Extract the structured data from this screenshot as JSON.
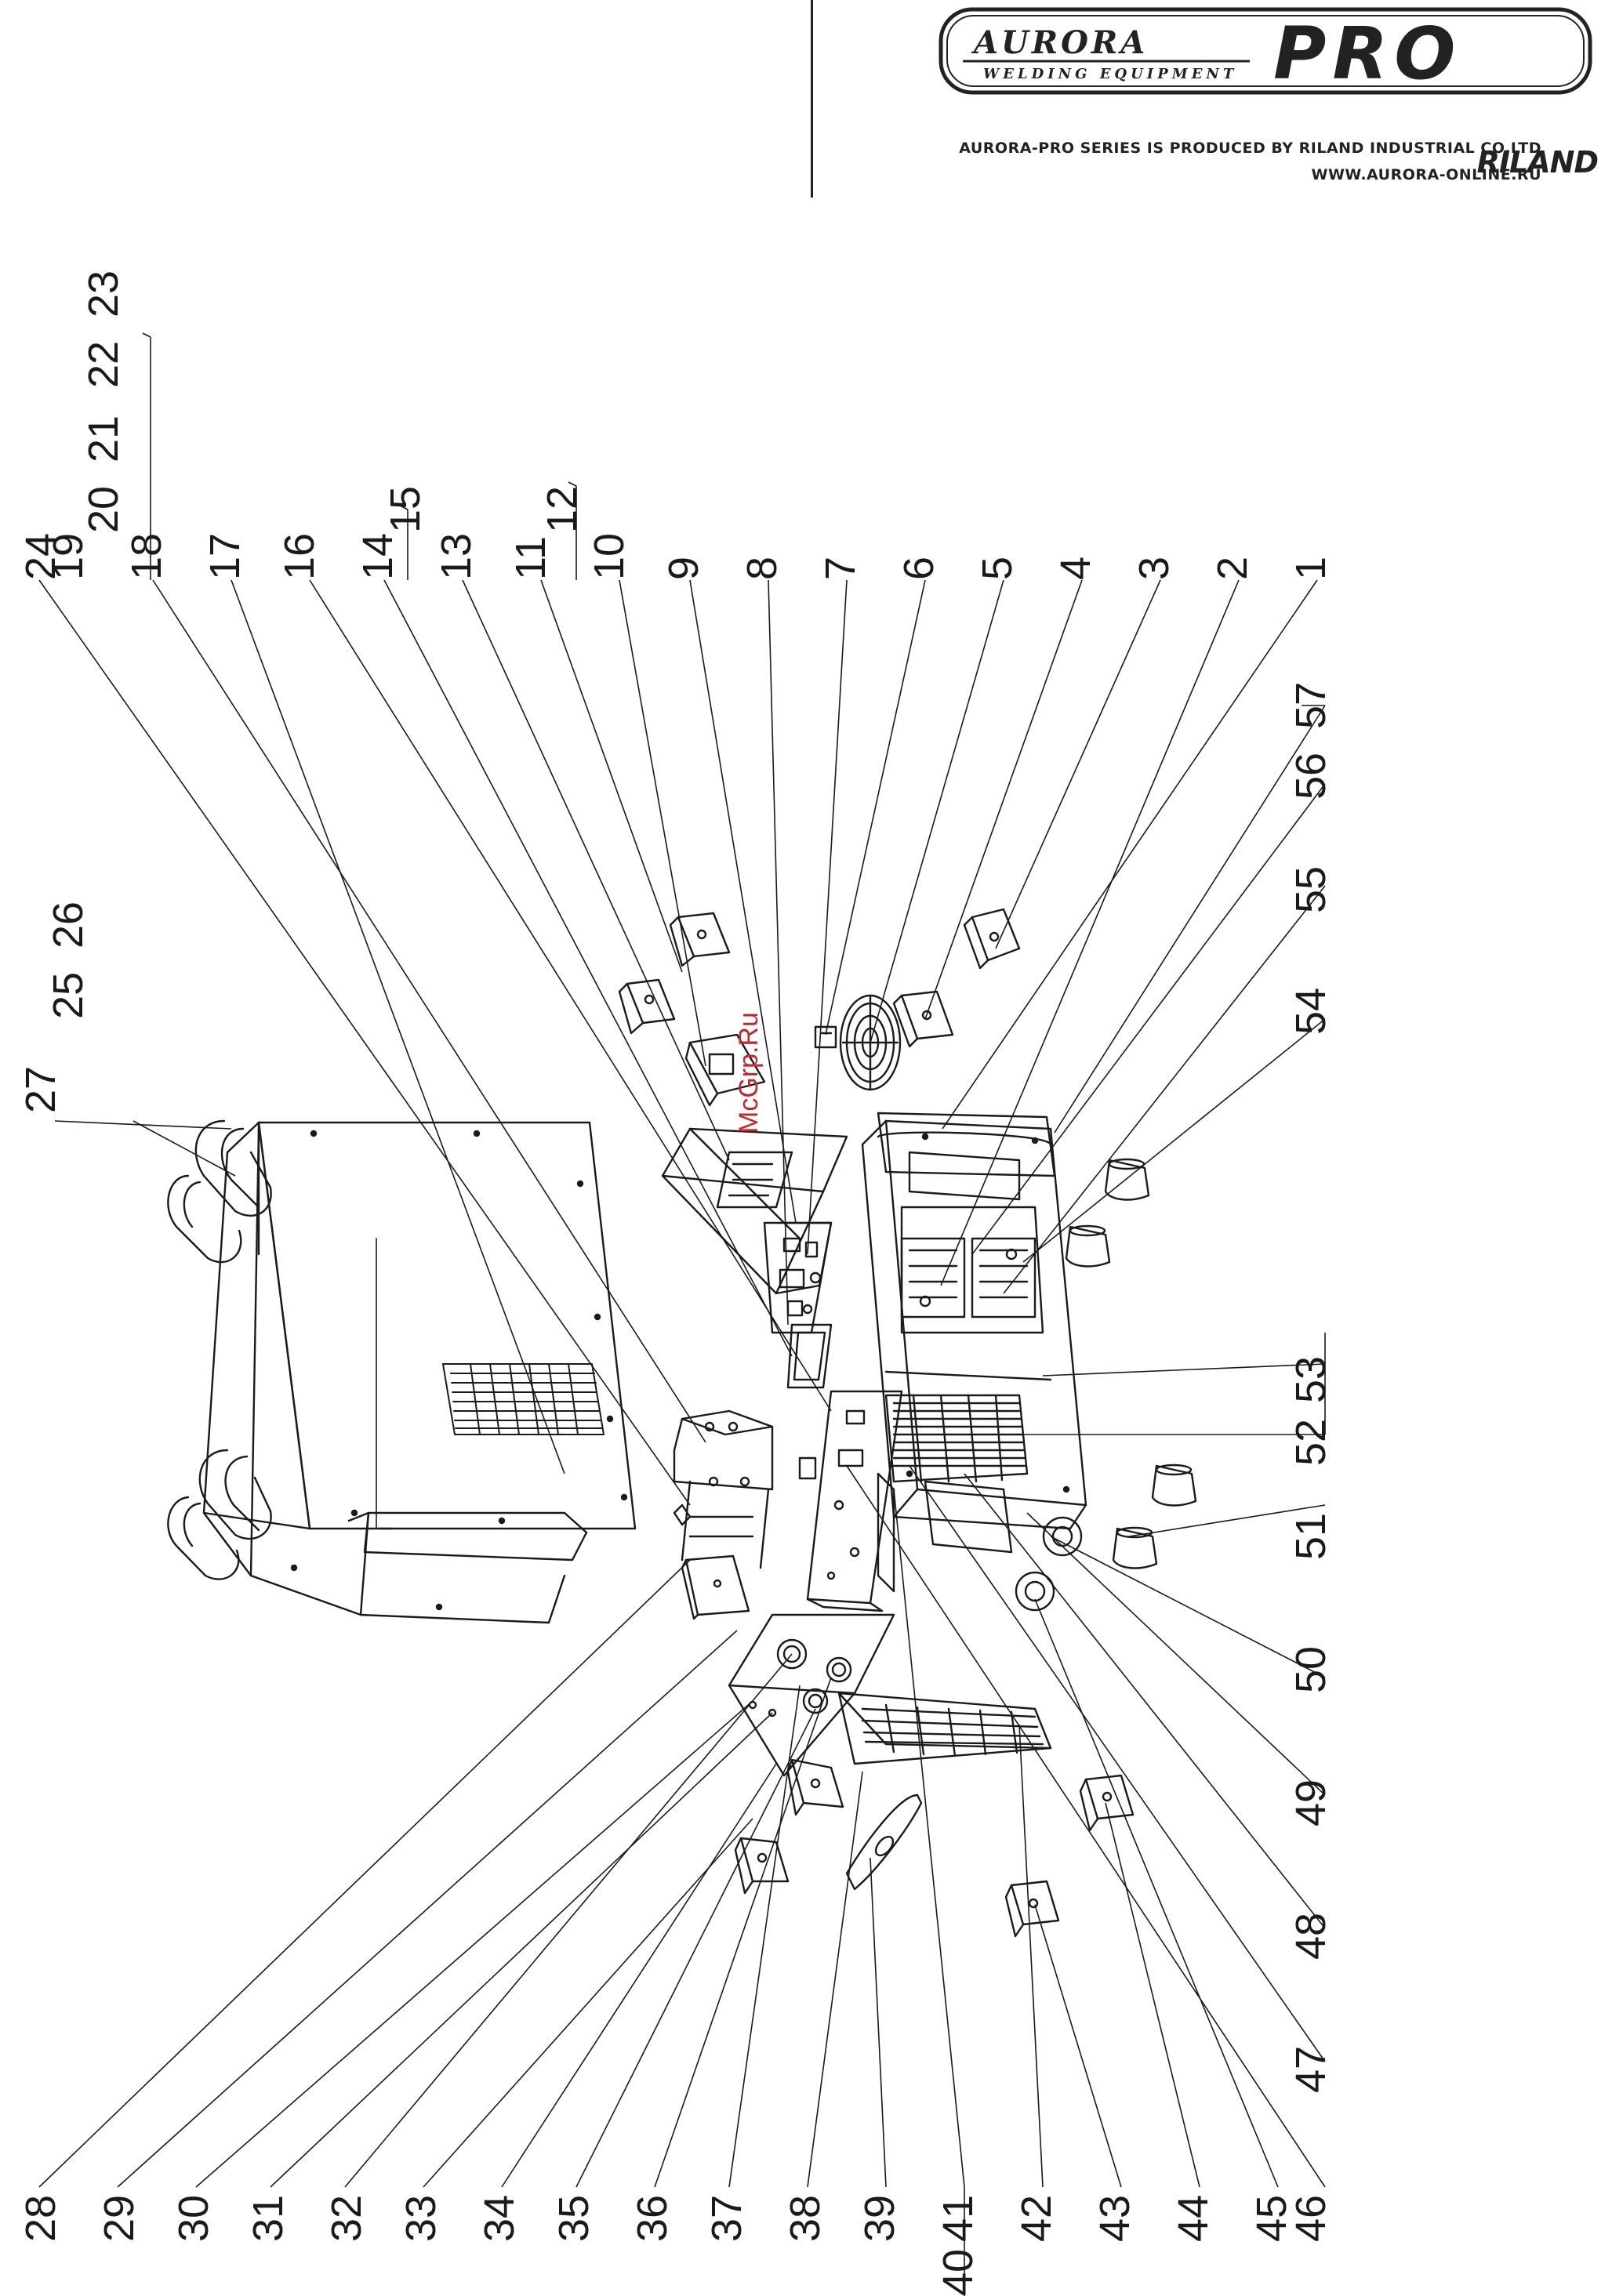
{
  "header": {
    "brand_main": "AURORA",
    "brand_sub": "WELDING EQUIPMENT",
    "brand_pro": "PRO",
    "tagline_1": "AURORA-PRO SERIES IS PRODUCED BY RILAND INDUSTRIAL CO.LTD",
    "tagline_2": "WWW.AURORA-ONLINE.RU",
    "riland_logo": "RILAND"
  },
  "watermark": "McGrp.Ru",
  "callouts": {
    "top": [
      "1",
      "2",
      "3",
      "4",
      "5",
      "6",
      "7",
      "8",
      "9",
      "10",
      "11 12",
      "13",
      "14 15",
      "16",
      "17",
      "18",
      "19 20 21 22 23",
      "24"
    ],
    "top_single": [
      "25 26",
      "27"
    ],
    "right": [
      "57",
      "56",
      "55",
      "54",
      "53",
      "52",
      "51",
      "50",
      "49",
      "48",
      "47",
      "46"
    ],
    "bottom": [
      "28",
      "29",
      "30",
      "31",
      "32",
      "33",
      "34",
      "35",
      "36",
      "37",
      "38",
      "39",
      "40 41",
      "42",
      "43",
      "44",
      "45"
    ]
  },
  "labels": {
    "top_group": [
      "1",
      "2",
      "3",
      "4",
      "5",
      "6",
      "7",
      "8",
      "9",
      "10",
      "11",
      "12",
      "13",
      "14",
      "15",
      "16",
      "17",
      "18",
      "19",
      "20",
      "21",
      "22",
      "23",
      "24"
    ],
    "upper_left": [
      "25",
      "26",
      "27"
    ],
    "right_group": [
      "57",
      "56",
      "55",
      "54",
      "53",
      "52",
      "51",
      "50",
      "49",
      "48",
      "47",
      "46"
    ],
    "bottom_group": [
      "28",
      "29",
      "30",
      "31",
      "32",
      "33",
      "34",
      "35",
      "36",
      "37",
      "38",
      "39",
      "40",
      "41",
      "42",
      "43",
      "44",
      "45"
    ]
  }
}
